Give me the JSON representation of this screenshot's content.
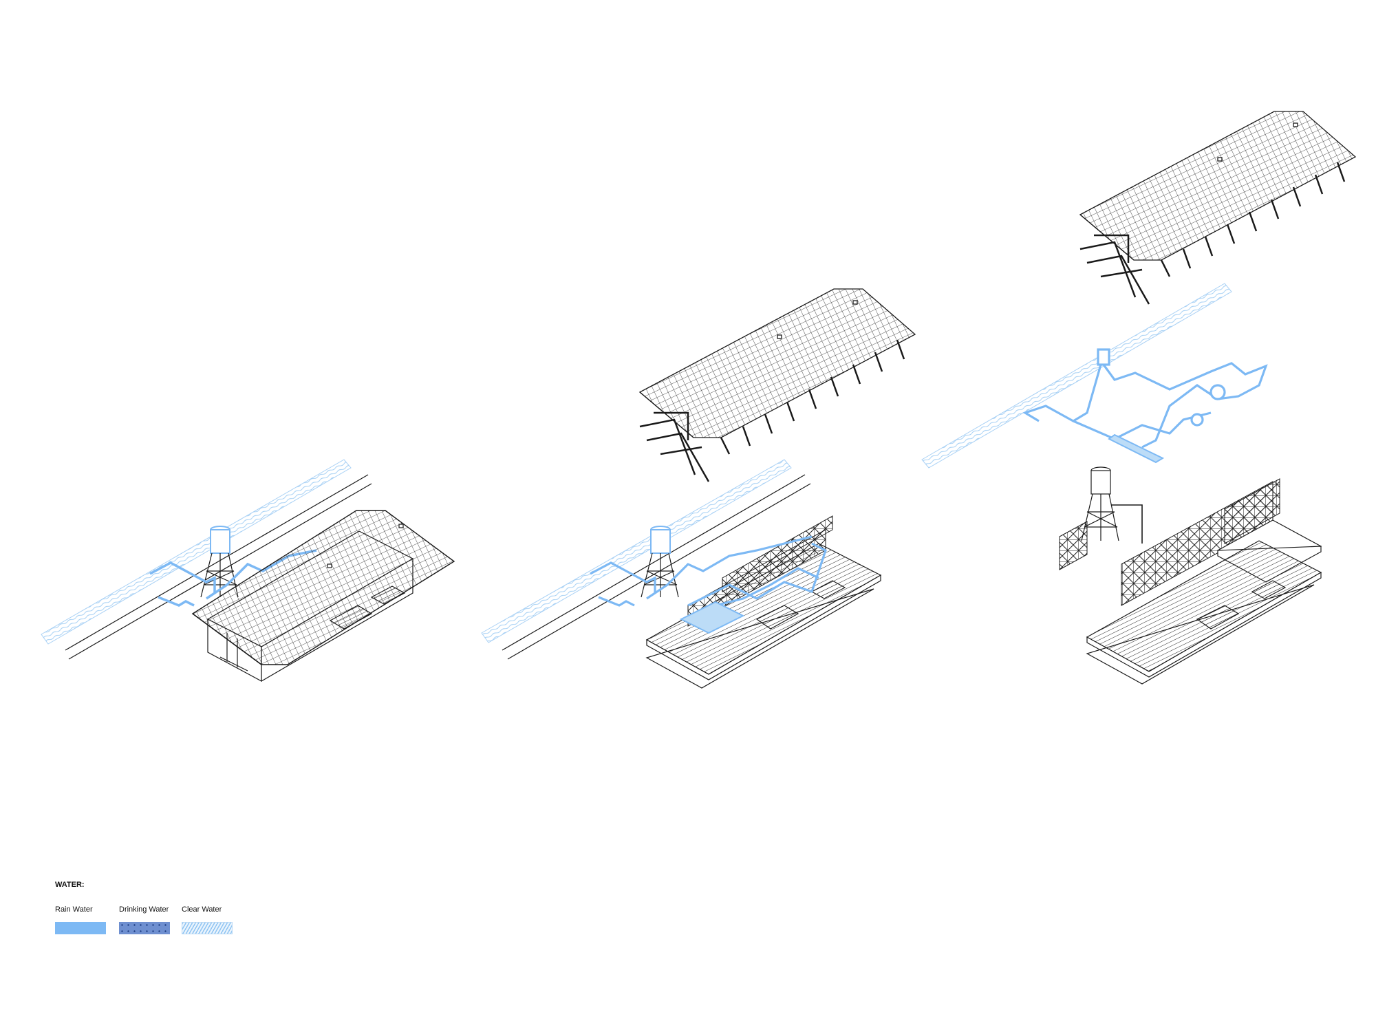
{
  "colors": {
    "rain_water": "#7db9f4",
    "drinking_water": "#6e8fd0",
    "clear_water": "#8fc4f2",
    "line": "#1a1a1a",
    "river": "#a9d1f5"
  },
  "legend": {
    "title": "WATER:",
    "items": [
      {
        "label": "Rain Water",
        "swatch": "rain"
      },
      {
        "label": "Drinking Water",
        "swatch": "drinking"
      },
      {
        "label": "Clear Water",
        "swatch": "clear"
      }
    ]
  }
}
